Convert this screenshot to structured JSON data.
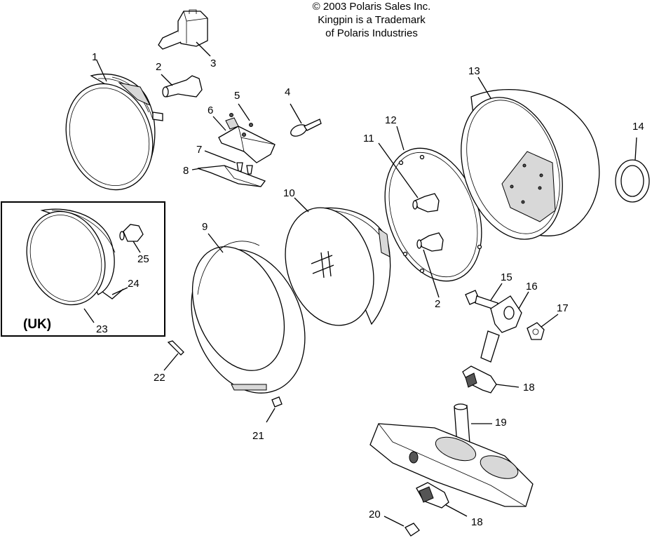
{
  "copyright": {
    "line1": "© 2003 Polaris Sales Inc.",
    "line2": "Kingpin is a Trademark",
    "line3": "of Polaris Industries"
  },
  "inset_label": "(UK)",
  "callouts": {
    "c1": "1",
    "c2a": "2",
    "c2b": "2",
    "c3": "3",
    "c4": "4",
    "c5": "5",
    "c6": "6",
    "c7": "7",
    "c8": "8",
    "c9": "9",
    "c10": "10",
    "c11": "11",
    "c12": "12",
    "c13": "13",
    "c14": "14",
    "c15": "15",
    "c16": "16",
    "c17": "17",
    "c18a": "18",
    "c18b": "18",
    "c19": "19",
    "c20": "20",
    "c21": "21",
    "c22": "22",
    "c23": "23",
    "c24": "24",
    "c25": "25"
  }
}
